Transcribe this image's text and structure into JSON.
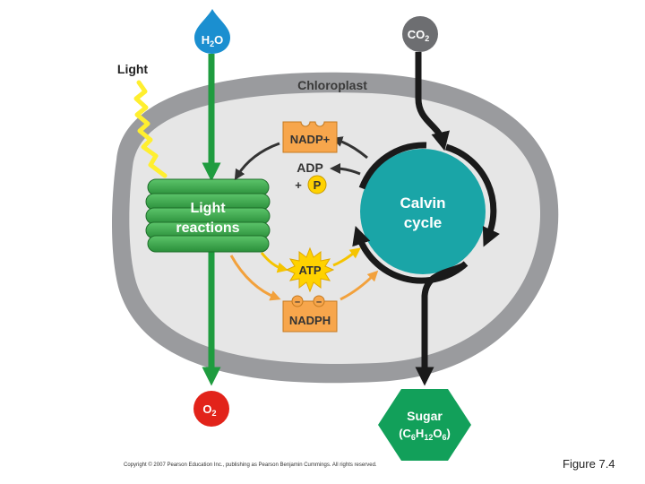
{
  "diagram": {
    "inputs": {
      "water": {
        "text": "H",
        "sub": "2",
        "text2": "O"
      },
      "co2": {
        "text": "CO",
        "sub": "2"
      },
      "light": "Light"
    },
    "chloroplast_label": "Chloroplast",
    "light_reactions": {
      "line1": "Light",
      "line2": "reactions"
    },
    "calvin_cycle": {
      "line1": "Calvin",
      "line2": "cycle"
    },
    "molecules": {
      "nadp_plus": "NADP+",
      "adp": "ADP",
      "plus_sign": "+",
      "phosphate": "P",
      "atp": "ATP",
      "nadph": "NADPH",
      "minus_left": "–",
      "minus_right": "–"
    },
    "outputs": {
      "oxygen": {
        "text": "O",
        "sub": "2"
      },
      "sugar": {
        "line1": "Sugar",
        "formula": {
          "p1": "(C",
          "s1": "6",
          "p2": "H",
          "s2": "12",
          "p3": "O",
          "s3": "6",
          "p4": ")"
        }
      }
    },
    "colors": {
      "water_drop": "#1b8fd0",
      "co2_circle": "#6d6e71",
      "chloroplast_outer": "#9a9b9e",
      "chloroplast_inner": "#e6e6e6",
      "thylakoid": "#3dae49",
      "calvin": "#1aa5a7",
      "arrow_green": "#1f9c3f",
      "arrow_black": "#1a1a1a",
      "arrow_orange": "#f2a13c",
      "arrow_yellow": "#f5c400",
      "nadp_box": "#f7a64c",
      "atp_star": "#ffd200",
      "oxygen": "#e2231a",
      "sugar": "#12a05a",
      "light_wave": "#ffef2f"
    }
  },
  "footer": {
    "copyright": "Copyright © 2007 Pearson Education Inc., publishing as Pearson Benjamin Cummings. All rights reserved.",
    "figure_caption": "Figure 7.4"
  }
}
